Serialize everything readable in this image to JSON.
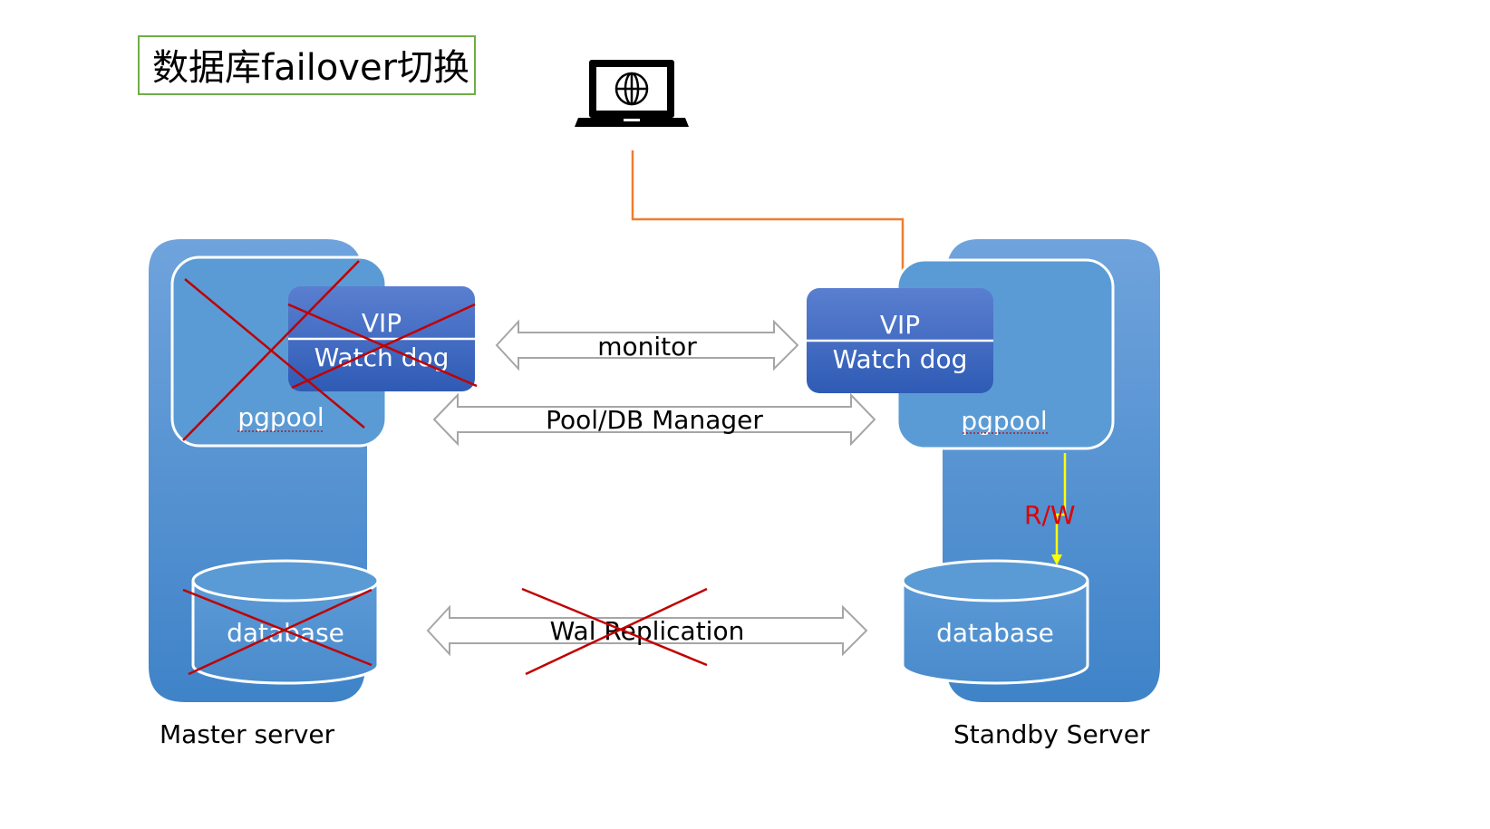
{
  "title": "数据库failover切换",
  "master": {
    "caption": "Master server",
    "vip_label": "VIP",
    "watchdog_label": "Watch dog",
    "pgpool_label": "pgpool",
    "database_label": "database"
  },
  "standby": {
    "caption": "Standby Server",
    "vip_label": "VIP",
    "watchdog_label": "Watch dog",
    "pgpool_label": "pgpool",
    "database_label": "database",
    "rw_label": "R/W"
  },
  "links": {
    "monitor_label": "monitor",
    "pool_manager_label": "Pool/DB Manager",
    "wal_label": "Wal Replication"
  },
  "icons": {
    "client": "laptop-globe-icon"
  },
  "colors": {
    "title_border": "#70ad47",
    "server_blue": "#5b9bd5",
    "vip_blue": "#4472c4",
    "cross_red": "#c00000",
    "client_link": "#ed7d31",
    "rw_link": "#ffff00",
    "rw_text": "#e00000",
    "arrow_gray": "#a6a6a6"
  }
}
